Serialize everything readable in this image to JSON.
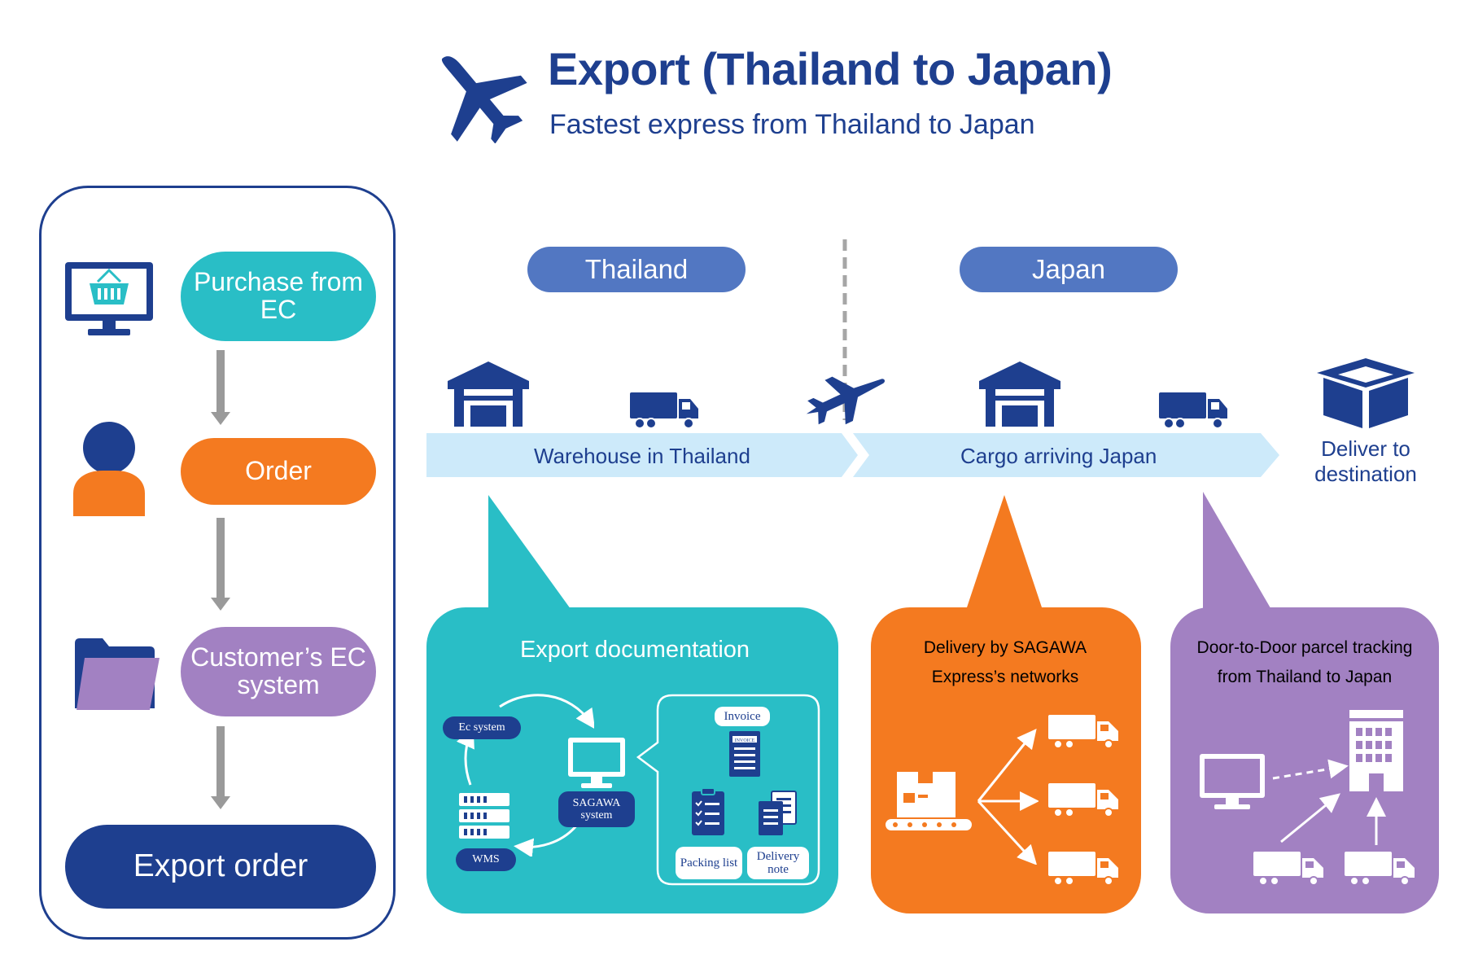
{
  "header": {
    "title": "Export (Thailand to Japan)",
    "subtitle": "Fastest express from Thailand to Japan"
  },
  "flow": {
    "purchase": "Purchase from EC",
    "order": "Order",
    "customer_system": "Customer’s EC system",
    "export_order": "Export order"
  },
  "regions": {
    "thailand": "Thailand",
    "japan": "Japan"
  },
  "route": {
    "warehouse_thailand": "Warehouse in Thailand",
    "cargo_japan": "Cargo arriving Japan",
    "deliver": "Deliver to destination"
  },
  "export_doc": {
    "title": "Export documentation",
    "ec_system": "Ec system",
    "sagawa": "SAGAWA system",
    "wms": "WMS",
    "invoice": "Invoice",
    "invoice_sheet": "INVOICE",
    "packing_list": "Packing list",
    "delivery_note": "Delivery note"
  },
  "delivery": {
    "title": "Delivery by SAGAWA Express’s networks"
  },
  "tracking": {
    "title": "Door-to-Door parcel tracking from Thailand to Japan"
  },
  "colors": {
    "navy": "#1e3f8f",
    "teal": "#29bec6",
    "orange": "#f47a20",
    "purple": "#a281c2",
    "region_blue": "#5277c2",
    "band": "#cdeafa"
  }
}
